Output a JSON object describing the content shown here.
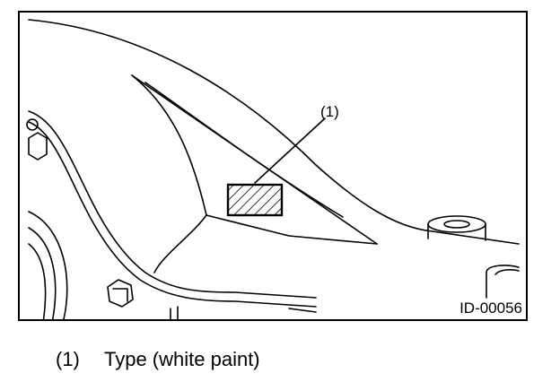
{
  "figure": {
    "callout_label": "(1)",
    "figure_id": "ID-00056"
  },
  "legend": {
    "items": [
      {
        "number": "(1)",
        "text": "Type (white paint)"
      }
    ]
  }
}
